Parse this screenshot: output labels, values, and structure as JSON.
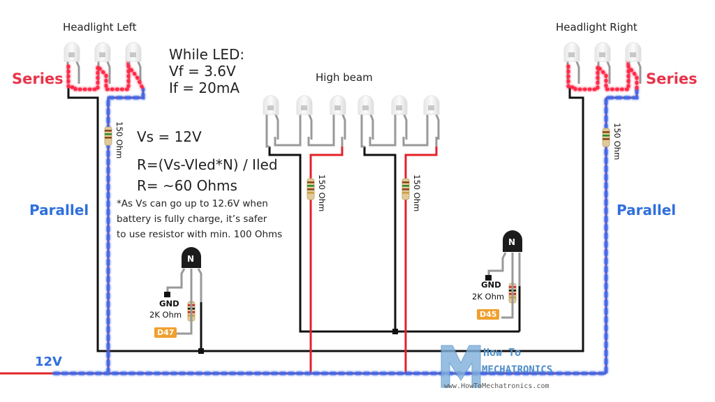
{
  "labels": {
    "headlight_left": "Headlight Left",
    "headlight_right": "Headlight Right",
    "high_beam": "High beam",
    "series_left": "Series",
    "series_right": "Series",
    "parallel_left": "Parallel",
    "parallel_right": "Parallel",
    "supply": "12V"
  },
  "led_spec": {
    "line1": "While LED:",
    "line2": "Vf = 3.6V",
    "line3": "If = 20mA"
  },
  "formula": {
    "vs": "Vs = 12V",
    "equation": "R=(Vs-Vled*N) / Iled",
    "result": "R= ~60 Ohms"
  },
  "note": {
    "line1": "*As Vs can go up to 12.6V when",
    "line2": "battery is fully charge, it’s safer",
    "line3": "to use resistor with min. 100 Ohms"
  },
  "resistors": {
    "headlight_left": "150 Ohm",
    "headlight_right": "150 Ohm",
    "high_beam_1": "150 Ohm",
    "high_beam_2": "150 Ohm",
    "base_left": "2K Ohm",
    "base_right": "2K Ohm"
  },
  "transistors": {
    "left": {
      "type": "N",
      "gnd": "GND",
      "pin": "D47"
    },
    "right": {
      "type": "N",
      "gnd": "GND",
      "pin": "D45"
    }
  },
  "watermark": {
    "line1": "How To",
    "line2": "MECHATRONICS",
    "url": "www.HowToMechatronics.com"
  },
  "colors": {
    "series": "#e8334a",
    "parallel": "#2f6fdc",
    "wire_black": "#111111",
    "wire_red": "#e32228",
    "wire_gray": "#999999",
    "pin_label": "#f0a030"
  }
}
